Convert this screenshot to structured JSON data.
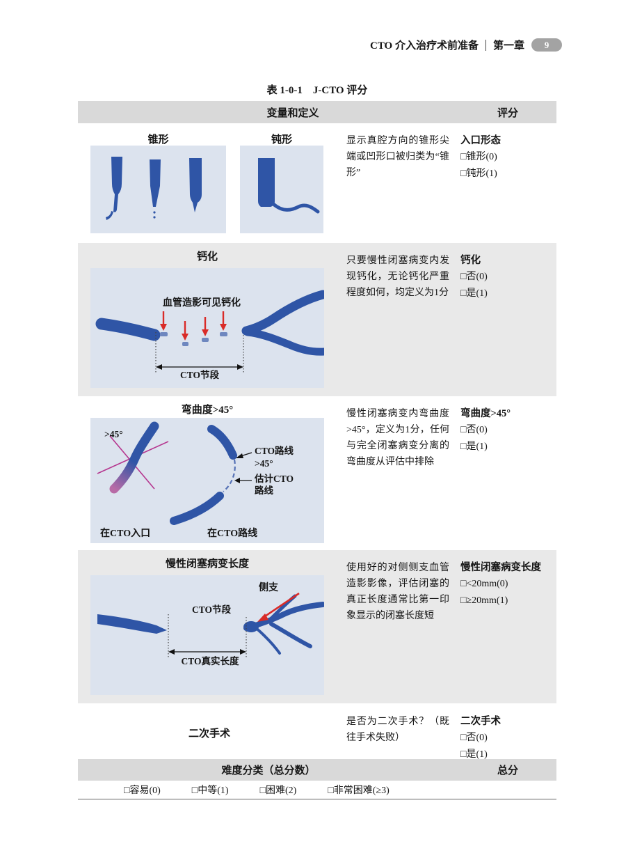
{
  "header": {
    "chapter_title": "CTO 介入治疗术前准备",
    "chapter": "第一章",
    "page_number": "9"
  },
  "table_title": "表 1-0-1　J-CTO 评分",
  "columns": {
    "variable": "变量和定义",
    "score": "评分"
  },
  "rows": {
    "entry": {
      "label_tapered": "锥形",
      "label_blunt": "钝形",
      "description": "显示真腔方向的锥形尖端或凹形口被归类为“锥形”",
      "score_title": "入口形态",
      "options": [
        "□锥形(0)",
        "□钝形(1)"
      ]
    },
    "calcification": {
      "label": "钙化",
      "annotation": "血管造影可见钙化",
      "segment_label": "CTO节段",
      "description": "只要慢性闭塞病变内发现钙化，无论钙化严重程度如何，均定义为1分",
      "score_title": "钙化",
      "options": [
        "□否(0)",
        "□是(1)"
      ]
    },
    "bending": {
      "label": "弯曲度>45°",
      "angle_label": ">45°",
      "route_label": "CTO路线",
      "route_angle": ">45°",
      "estimated_route_label": "估计CTO路线",
      "caption_entry": "在CTO入口",
      "caption_route": "在CTO路线",
      "description": "慢性闭塞病变内弯曲度>45°，定义为1分，任何与完全闭塞病变分离的弯曲度从评估中排除",
      "score_title": "弯曲度>45°",
      "options": [
        "□否(0)",
        "□是(1)"
      ]
    },
    "length": {
      "label": "慢性闭塞病变长度",
      "collateral_label": "侧支",
      "segment_label": "CTO节段",
      "true_length_label": "CTO真实长度",
      "description": "使用好的对侧侧支血管造影影像，评估闭塞的真正长度通常比第一印象显示的闭塞长度短",
      "score_title": "慢性闭塞病变长度",
      "options": [
        "□<20mm(0)",
        "□≥20mm(1)"
      ]
    },
    "retry": {
      "label": "二次手术",
      "description": "是否为二次手术？（既往手术失败）",
      "score_title": "二次手术",
      "options": [
        "□否(0)",
        "□是(1)"
      ]
    }
  },
  "footer": {
    "title": "难度分类（总分数）",
    "score_title": "总分",
    "options": [
      "□容易(0)",
      "□中等(1)",
      "□困难(2)",
      "□非常困难(≥3)"
    ]
  },
  "colors": {
    "vessel_blue": "#2f55a6",
    "arrow_red": "#d92b28",
    "angle_magenta": "#b5368f"
  }
}
